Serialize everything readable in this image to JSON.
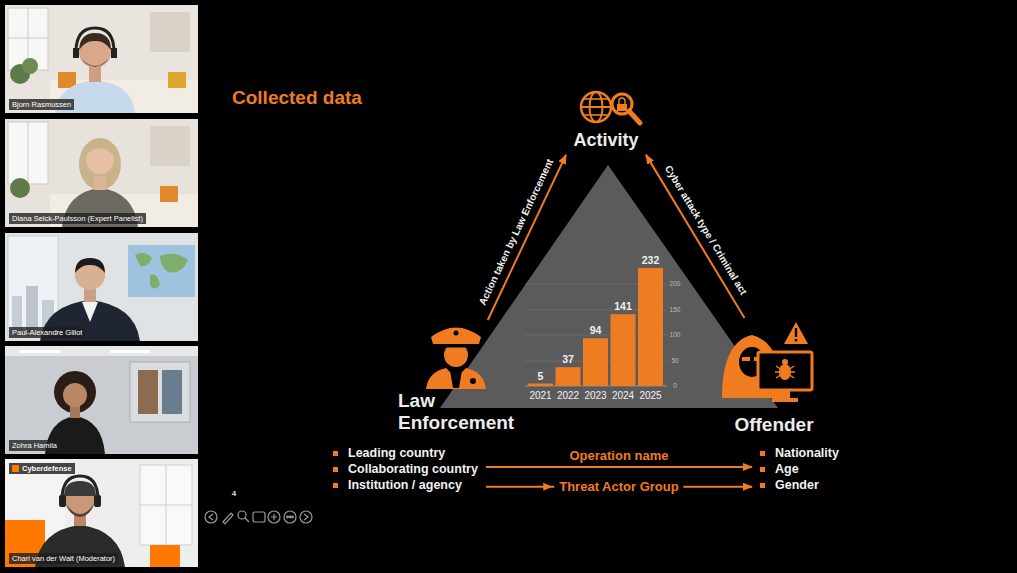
{
  "diagram": {
    "title": "Collected data",
    "nodes": [
      {
        "text": [
          "Bjorn Rasmussen"
        ]
      },
      {
        "text": [
          "Diana Selck-Paulsson (Expert Panelist)"
        ]
      },
      {
        "text": [
          "Paul-Alexandre Gillot"
        ]
      },
      {
        "text": [
          "Zohra Hamila"
        ]
      },
      {
        "text": [
          "Cyberdefense",
          "Charl van der Walt (Moderator)"
        ]
      },
      {
        "text": [
          "Activity"
        ]
      },
      {
        "text": [
          "Law Enforcement"
        ]
      },
      {
        "text": [
          "Offender"
        ]
      },
      {
        "text": [
          "Leading country",
          "Collaborating country",
          "Institution / agency"
        ]
      },
      {
        "text": [
          "Nationality",
          "Age",
          "Gender"
        ]
      }
    ],
    "edges": [
      {
        "from": 6,
        "to": 5,
        "arrow": "to",
        "label": "Action taken by Law Enforcement"
      },
      {
        "from": 7,
        "to": 5,
        "arrow": "to",
        "label": "Cyber attack type / Criminal act"
      },
      {
        "from": 8,
        "to": 9,
        "arrow": "to",
        "label": "Operation name"
      },
      {
        "from": 8,
        "to": 9,
        "arrow": "to",
        "label": "Threat Actor Group"
      }
    ],
    "labels": [
      "5",
      "37",
      "94",
      "141",
      "232",
      "200",
      "150",
      "100",
      "50",
      "0",
      "2021",
      "2022",
      "2023",
      "2024",
      "2025",
      "4"
    ]
  }
}
